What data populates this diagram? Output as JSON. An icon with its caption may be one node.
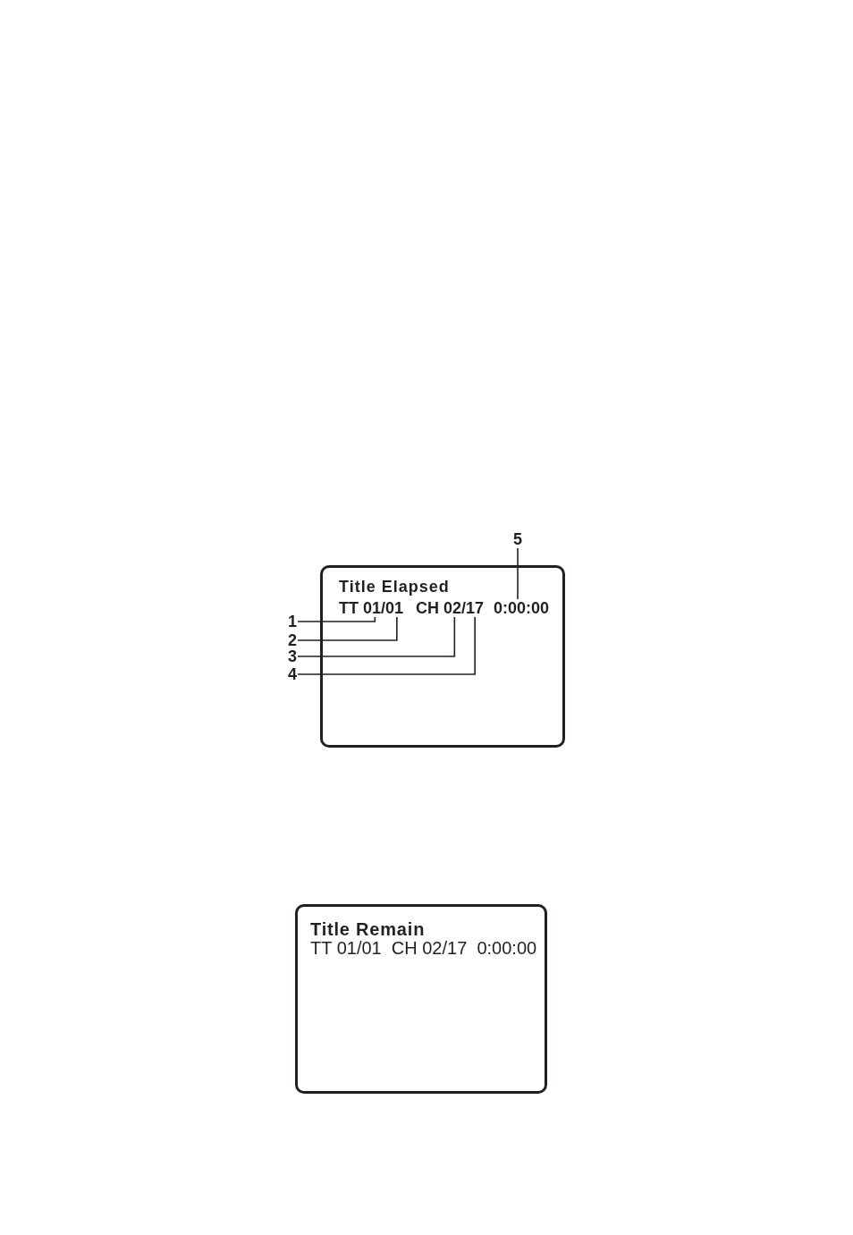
{
  "diagram": {
    "nodes": [
      {
        "text": [
          "5"
        ]
      },
      {
        "text": [
          "Title Elapsed"
        ]
      },
      {
        "text": [
          "TT 01/01"
        ],
        "in": 1
      },
      {
        "text": [
          "CH 02/17"
        ],
        "in": 1
      },
      {
        "text": [
          "0:00:00"
        ],
        "in": 1
      },
      {
        "text": [
          "1"
        ]
      },
      {
        "text": [
          "2"
        ]
      },
      {
        "text": [
          "3"
        ]
      },
      {
        "text": [
          "4"
        ]
      },
      {
        "text": [
          "Title Remain",
          "TT 01/01  CH 02/17  0:00:00"
        ]
      }
    ],
    "edges": [
      {
        "from": 5,
        "to": 2,
        "arrow": "none"
      },
      {
        "from": 6,
        "to": 2,
        "arrow": "none"
      },
      {
        "from": 7,
        "to": 3,
        "arrow": "none"
      },
      {
        "from": 8,
        "to": 3,
        "arrow": "none"
      },
      {
        "from": 0,
        "to": 4,
        "arrow": "none"
      }
    ]
  }
}
